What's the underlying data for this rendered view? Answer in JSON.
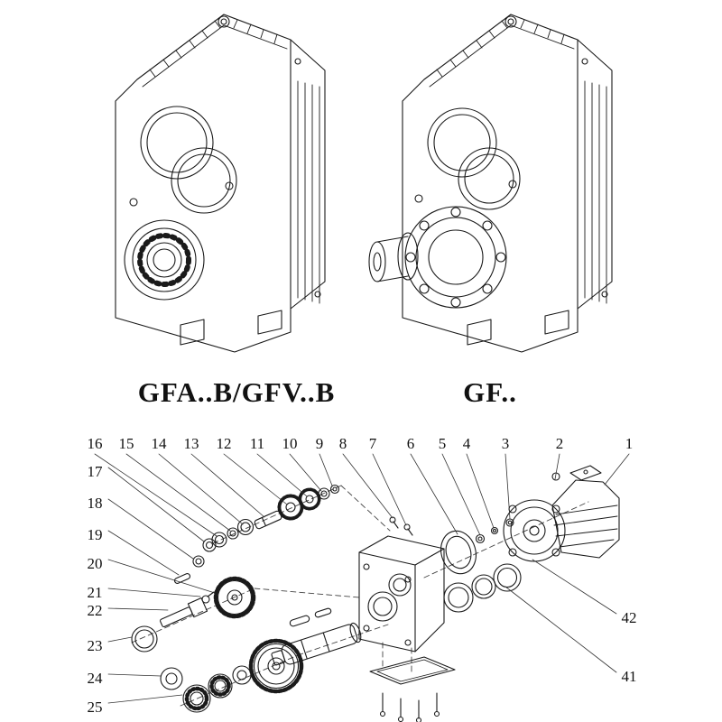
{
  "page": {
    "background": "#ffffff",
    "line_color": "#1a1a1a"
  },
  "models": {
    "left_label": "GFA..B/GFV..B",
    "right_label": "GF.."
  },
  "exploded_view": {
    "part_labels_top": [
      "16",
      "15",
      "14",
      "13",
      "12",
      "11",
      "10",
      "9",
      "8",
      "7",
      "6",
      "5",
      "4",
      "3",
      "2",
      "1"
    ],
    "part_labels_left": [
      "17",
      "18",
      "19",
      "20",
      "21",
      "22",
      "23",
      "24",
      "25"
    ],
    "part_labels_right": [
      "42",
      "41"
    ]
  }
}
